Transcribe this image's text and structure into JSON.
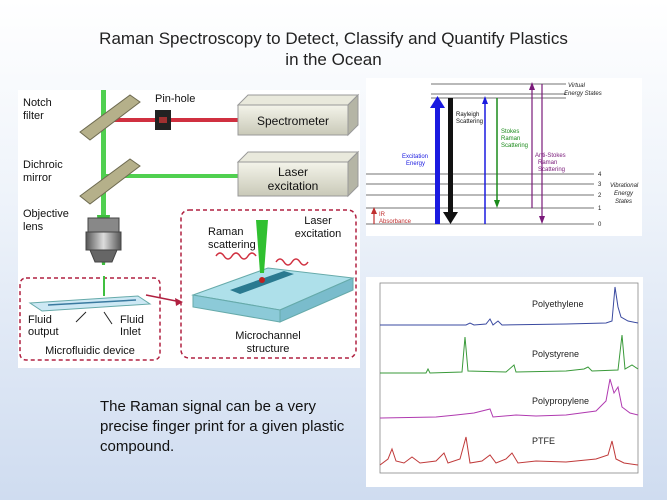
{
  "slide": {
    "title_line1": "Raman Spectroscopy to Detect, Classify and Quantify Plastics",
    "title_line2": "in the Ocean",
    "caption": "The Raman signal can be a very precise finger print for a given plastic compound."
  },
  "setup": {
    "notch_filter": [
      "Notch",
      "filter"
    ],
    "pinhole": "Pin-hole",
    "spectrometer": "Spectrometer",
    "dichroic_mirror": [
      "Dichroic",
      "mirror"
    ],
    "laser_box": [
      "Laser",
      "excitation"
    ],
    "objective_lens": [
      "Objective",
      "lens"
    ],
    "raman_scattering": [
      "Raman",
      "scattering"
    ],
    "laser_excitation": [
      "Laser",
      "excitation"
    ],
    "fluid_output": [
      "Fluid",
      "output"
    ],
    "fluid_inlet": [
      "Fluid",
      "Inlet"
    ],
    "microfluidic_device": "Microfluidic device",
    "microchannel": [
      "Microchannel",
      "structure"
    ]
  },
  "energy": {
    "virtual_states": [
      "Virtual",
      "Energy States"
    ],
    "vibrational_states": [
      "Vibrational",
      "Energy",
      "States"
    ],
    "excitation_energy": [
      "Excitation",
      "Energy"
    ],
    "rayleigh": [
      "Rayleigh",
      "Scattering"
    ],
    "stokes": [
      "Stokes",
      "Raman",
      "Scattering"
    ],
    "anti_stokes": [
      "Anti-Stokes",
      "Raman",
      "Scattering"
    ],
    "ir_absorbance": [
      "IR",
      "Absorbance"
    ],
    "level_numbers": [
      "4",
      "3",
      "2",
      "1",
      "0"
    ],
    "colors": {
      "excitation": "#1a1ae0",
      "rayleigh": "#111111",
      "stokes": "#1a8a1a",
      "anti_stokes": "#7a1a7a",
      "ir": "#c03030"
    }
  },
  "spectra": {
    "labels": [
      "Polyethylene",
      "Polystyrene",
      "Polypropylene",
      "PTFE"
    ],
    "colors": [
      "#3a4aa0",
      "#3a9a3a",
      "#b03ab0",
      "#c03a3a"
    ]
  }
}
